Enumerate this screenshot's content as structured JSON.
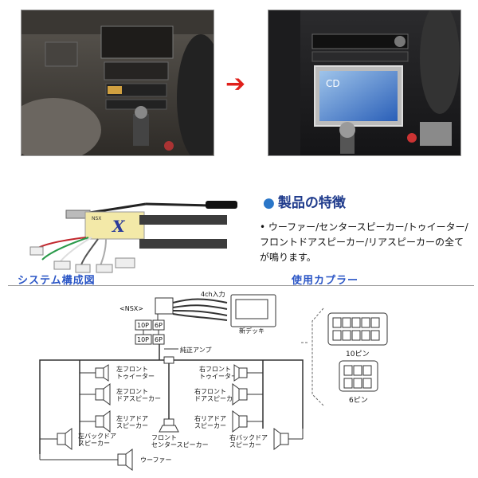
{
  "feature": {
    "title": "製品の特徴",
    "description": "ウーファー/センタースピーカー/トゥイーター/フロントドアスピーカー/リアスピーカーの全てが鳴ります。"
  },
  "product_logo": "NSX",
  "sections": {
    "system": "システム構成図",
    "coupler": "使用カプラー"
  },
  "diagram": {
    "input_4ch": "4ch入力",
    "nsx": "<NSX>",
    "new_deck": "新デッキ",
    "stock_amp": "純正アンプ",
    "pin_10p": "10P",
    "pin_6p": "6P",
    "speakers": {
      "left_front_tweeter": "左フロント\nトゥイーター",
      "left_front_door": "左フロント\nドアスピーカー",
      "left_rear_door": "左リアドア\nスピーカー",
      "left_back_door": "左バックドア\nスピーカー",
      "front_center": "フロント\nセンタースピーカー",
      "woofer": "ウーファー",
      "right_front_tweeter": "右フロント\nトゥイーター",
      "right_front_door": "右フロント\nドアスピーカー",
      "right_rear_door": "右リアドア\nスピーカー",
      "right_back_door": "右バックドア\nスピーカー"
    }
  },
  "couplers": {
    "ten_pin": "10ピン",
    "six_pin": "6ピン"
  },
  "colors": {
    "arrow": "#e0201b",
    "accent_blue": "#2b56c6",
    "title_navy": "#1f3b8c"
  }
}
